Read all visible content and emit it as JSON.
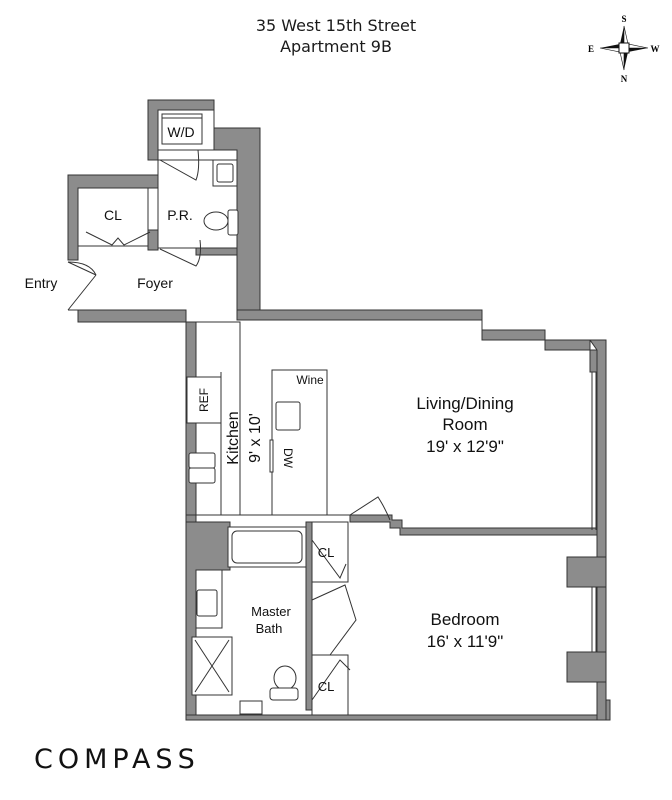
{
  "header": {
    "address": "35 West 15th Street",
    "unit": "Apartment 9B"
  },
  "compass_rose": {
    "top": "S",
    "left": "E",
    "right": "W",
    "bottom": "N"
  },
  "rooms": {
    "wd": "W/D",
    "closet_foyer": "CL",
    "powder_room": "P.R.",
    "entry": "Entry",
    "foyer": "Foyer",
    "ref": "REF",
    "wine": "Wine",
    "dw": "DW",
    "kitchen": {
      "name": "Kitchen",
      "dims": "9' x 10'"
    },
    "living": {
      "name_line1": "Living/Dining",
      "name_line2": "Room",
      "dims": "19' x 12'9\""
    },
    "bath": {
      "name_line1": "Master",
      "name_line2": "Bath"
    },
    "closet_upper": "CL",
    "closet_lower": "CL",
    "bedroom": {
      "name": "Bedroom",
      "dims": "16' x 11'9\""
    }
  },
  "colors": {
    "wall": "#8c8c8c",
    "line": "#333333",
    "background": "#ffffff"
  },
  "brand": {
    "logo": "COMPASS"
  }
}
